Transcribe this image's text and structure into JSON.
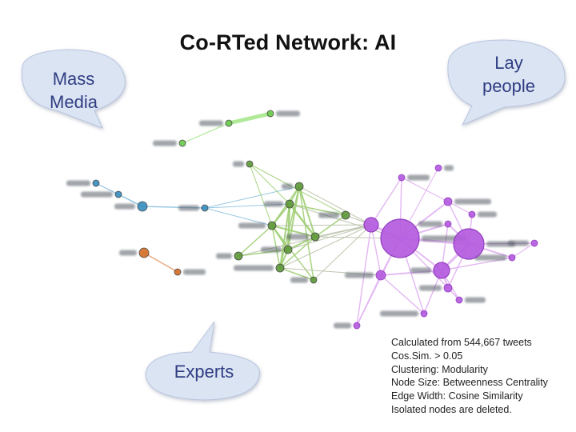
{
  "title": "Co-RTed Network: AI",
  "callouts": {
    "mass_media": [
      "Mass",
      "Media"
    ],
    "lay_people": [
      "Lay",
      "people"
    ],
    "experts": "Experts"
  },
  "notes": [
    "Calculated from 544,667 tweets",
    "Cos.Sim. > 0.05",
    "Clustering: Modularity",
    "Node Size: Betweenness Centrality",
    "Edge Width: Cosine Similarity",
    "Isolated nodes are deleted."
  ],
  "colors": {
    "mass_media": "#3a8fc0",
    "experts": "#5f9a3a",
    "lay_people": "#b55ce0",
    "orange_cluster": "#d4702a",
    "light_green": "#6ecb50",
    "bubble_fill": "#dbe4f3",
    "bubble_text": "#2f3d82"
  }
}
